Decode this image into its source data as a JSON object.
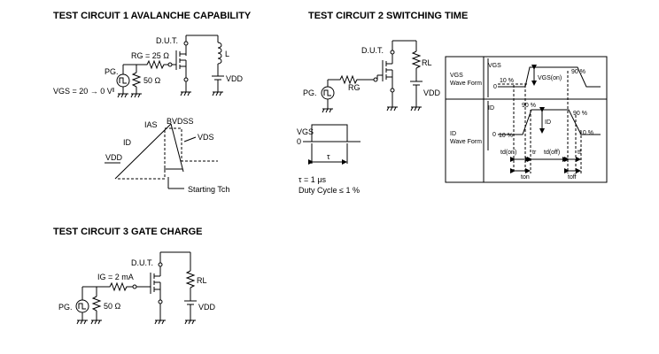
{
  "circuit1": {
    "title": "TEST CIRCUIT 1  AVALANCHE CAPABILITY",
    "dut": "D.U.T.",
    "rg": "RG = 25 Ω",
    "pg": "PG.",
    "r50": "50 Ω",
    "l": "L",
    "vdd": "VDD",
    "vgs": "VGS = 20 → 0 V",
    "wave": {
      "ias": "IAS",
      "bvdss": "BVDSS",
      "id": "ID",
      "vds": "VDS",
      "vdd": "VDD",
      "starting": "Starting Tch"
    }
  },
  "circuit2": {
    "title": "TEST CIRCUIT 2  SWITCHING TIME",
    "dut": "D.U.T.",
    "rl": "RL",
    "rg": "RG",
    "pg": "PG.",
    "vdd": "VDD",
    "vgs_label": "VGS",
    "zero": "0",
    "tau": "τ",
    "tau_value": "τ = 1 μs",
    "duty": "Duty Cycle ≤ 1 %",
    "table": {
      "row1_label_1": "VGS",
      "row1_label_2": "Wave Form",
      "vgs_axis": "VGS",
      "vgs_zero": "0",
      "pct10": "10 %",
      "pct90": "90 %",
      "vgs_on": "VGS(on)",
      "row2_label_1": "ID",
      "row2_label_2": "Wave Form",
      "id_axis": "ID",
      "id_zero": "0",
      "id_pct10_left": "10 %",
      "id_pct90_left": "90 %",
      "id_pct90_right": "90 %",
      "id_pct10_right": "10 %",
      "id_mid": "ID",
      "td_on": "td(on)",
      "tr": "tr",
      "td_off": "td(off)",
      "tf": "tf",
      "ton": "ton",
      "toff": "toff"
    }
  },
  "circuit3": {
    "title": "TEST CIRCUIT 3  GATE CHARGE",
    "dut": "D.U.T.",
    "ig": "IG = 2 mA",
    "pg": "PG.",
    "r50": "50 Ω",
    "rl": "RL",
    "vdd": "VDD"
  }
}
